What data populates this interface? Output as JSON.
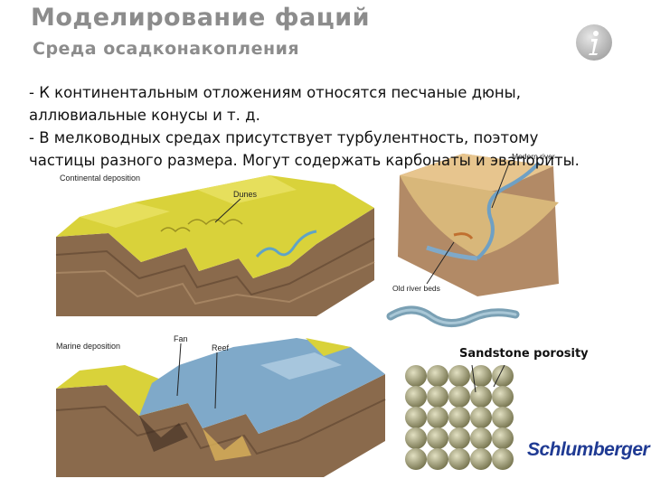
{
  "header": {
    "title": "Моделирование фаций",
    "subtitle": "Среда осадконакопления",
    "info_icon": "info-icon"
  },
  "body": {
    "line1": "- К континентальным отложениям относятся песчаные дюны, аллювиальные конусы и т. д.",
    "line2": "- В мелководных средах присутствует турбулентность, поэтому частицы разного размера. Могут содержать карбонаты и эвапориты."
  },
  "figures": {
    "continental": {
      "label": "Continental deposition",
      "dunes": "Dunes"
    },
    "river": {
      "modern_river": "Modern river",
      "old_river_beds": "Old river beds"
    },
    "marine": {
      "label": "Marine deposition",
      "fan": "Fan",
      "reef": "Reef"
    },
    "porosity": {
      "title": "Sandstone porosity"
    }
  },
  "brand": {
    "name": "Schlumberger"
  },
  "colors": {
    "title_gray": "#8c8c8c",
    "sand_yellow": "#d9d23a",
    "earth_brown": "#8a6a4c",
    "water_blue": "#7fa9c9",
    "brand_blue": "#1f3a93"
  }
}
